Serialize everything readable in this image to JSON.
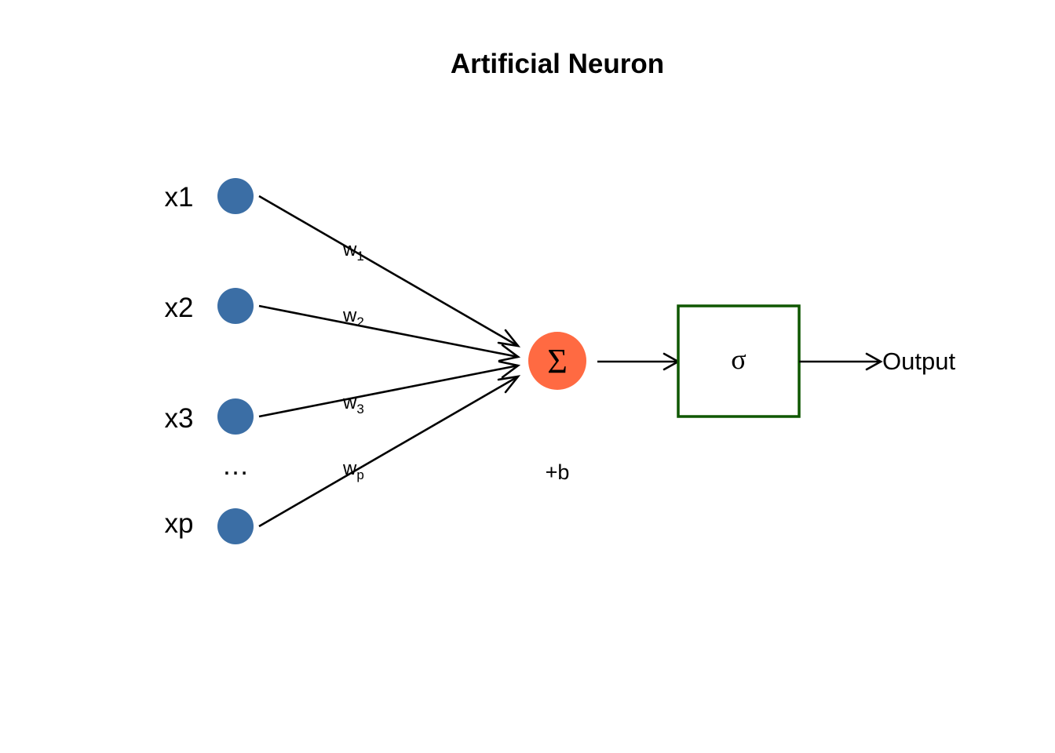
{
  "title": "Artificial Neuron",
  "inputs": [
    {
      "label": "x1",
      "weight": "w",
      "weight_sub": "1"
    },
    {
      "label": "x2",
      "weight": "w",
      "weight_sub": "2"
    },
    {
      "label": "x3",
      "weight": "w",
      "weight_sub": "3"
    },
    {
      "label": "xp",
      "weight": "w",
      "weight_sub": "p"
    }
  ],
  "ellipsis": "…",
  "sum_node": {
    "symbol": "Σ",
    "color": "#ff6a42"
  },
  "bias_label": "+b",
  "activation": {
    "symbol": "σ",
    "border_color": "#0f5700"
  },
  "output_label": "Output",
  "colors": {
    "input_node": "#3b6ea5"
  }
}
